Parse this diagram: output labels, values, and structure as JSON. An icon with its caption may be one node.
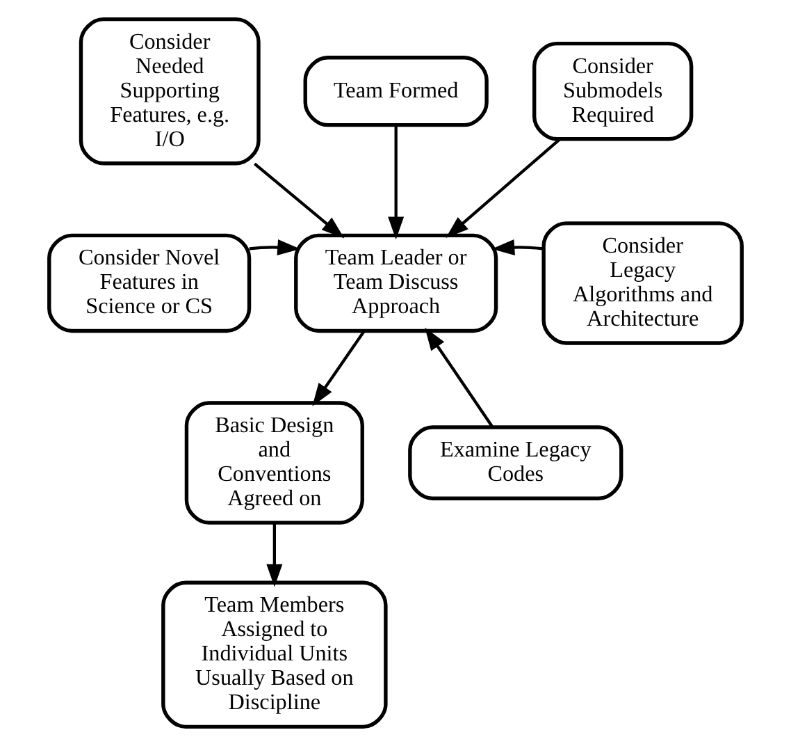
{
  "diagram": {
    "nodes": [
      {
        "text": [
          "Team Formed"
        ]
      },
      {
        "text": [
          "Consider Needed Supporting Features, e.g. I/O"
        ]
      },
      {
        "text": [
          "Consider Submodels Required"
        ]
      },
      {
        "text": [
          "Team Leader or Team Discuss Approach"
        ]
      },
      {
        "text": [
          "Consider Legacy Algorithms and Architecture"
        ]
      },
      {
        "text": [
          "Consider Novel Features in Science or CS"
        ]
      },
      {
        "text": [
          "Basic Design and Conventions Agreed on"
        ]
      },
      {
        "text": [
          "Examine Legacy Codes"
        ]
      },
      {
        "text": [
          "Team Members Assigned to Individual Units Usually Based on Discipline"
        ]
      }
    ],
    "edges": [
      {
        "from": 0,
        "to": 3,
        "arrow": "to"
      },
      {
        "from": 1,
        "to": 3,
        "arrow": "to"
      },
      {
        "from": 5,
        "to": 3,
        "arrow": "to"
      },
      {
        "from": 2,
        "to": 3,
        "arrow": "to"
      },
      {
        "from": 4,
        "to": 3,
        "arrow": "to"
      },
      {
        "from": 7,
        "to": 3,
        "arrow": "to"
      },
      {
        "from": 3,
        "to": 6,
        "arrow": "to"
      },
      {
        "from": 6,
        "to": 8,
        "arrow": "to"
      }
    ]
  }
}
